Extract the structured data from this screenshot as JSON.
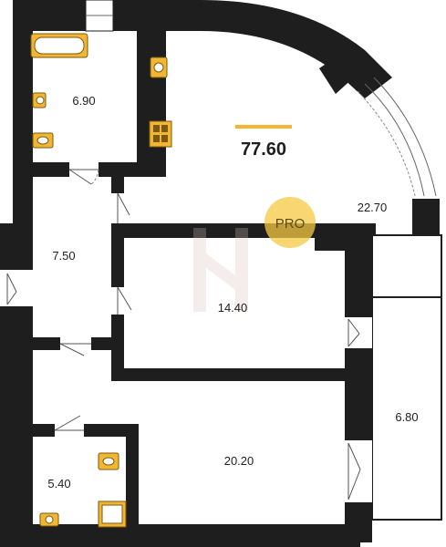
{
  "plan": {
    "total_area": "77.60",
    "badge": "PRO",
    "rooms": {
      "bathroom_top": "6.90",
      "living": "22.70",
      "hall": "7.50",
      "bedroom": "14.40",
      "kitchen": "20.20",
      "bathroom_bottom": "5.40",
      "balcony": "6.80"
    },
    "colors": {
      "wall": "#1e1e1e",
      "fixture": "#f2b632",
      "accent_bar": "#f2b632",
      "badge": "#f5c842"
    },
    "watermark_icon": "h-logo-icon"
  }
}
